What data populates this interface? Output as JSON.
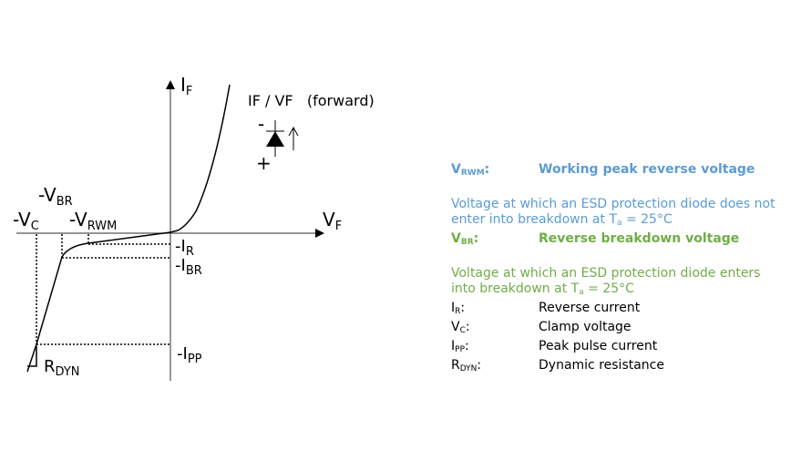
{
  "diagram": {
    "axis_y_label": "I",
    "axis_y_sub": "F",
    "axis_x_label": "V",
    "axis_x_sub": "F",
    "forward_label": "IF / VF   (forward)",
    "diode_minus": "-",
    "diode_plus": "+",
    "labels": {
      "vbr": {
        "main": "-V",
        "sub": "BR"
      },
      "vc": {
        "main": "-V",
        "sub": "C"
      },
      "vrwm": {
        "main": "-V",
        "sub": "RWM"
      },
      "ir": {
        "main": "-I",
        "sub": "R"
      },
      "ibr": {
        "main": "-I",
        "sub": "BR"
      },
      "ipp": {
        "main": "-I",
        "sub": "PP"
      },
      "rdyn": {
        "main": "R",
        "sub": "DYN"
      }
    }
  },
  "legend": {
    "vrwm": {
      "sym": "V",
      "sub": "RWM",
      "colon": ":",
      "title": "Working peak reverse voltage",
      "desc1": "Voltage at which an ESD protection diode does not",
      "desc2": "enter into breakdown at T",
      "desc2_sub": "a",
      "desc2_end": " = 25°C",
      "color": "#5b9bd5"
    },
    "vbr": {
      "sym": "V",
      "sub": "BR",
      "colon": ":",
      "title": "Reverse breakdown voltage",
      "desc1": "Voltage at which an ESD protection diode enters",
      "desc2": "into breakdown at T",
      "desc2_sub": "a",
      "desc2_end": " = 25°C",
      "color": "#70ad47"
    },
    "items": [
      {
        "sym": "I",
        "sub": "R",
        "colon": ":",
        "text": "Reverse current"
      },
      {
        "sym": "V",
        "sub": "C",
        "colon": ":",
        "text": "Clamp voltage"
      },
      {
        "sym": "I",
        "sub": "PP",
        "colon": ":",
        "text": "Peak pulse current"
      },
      {
        "sym": "R",
        "sub": "DYN",
        "colon": ":",
        "text": "Dynamic resistance"
      }
    ]
  }
}
